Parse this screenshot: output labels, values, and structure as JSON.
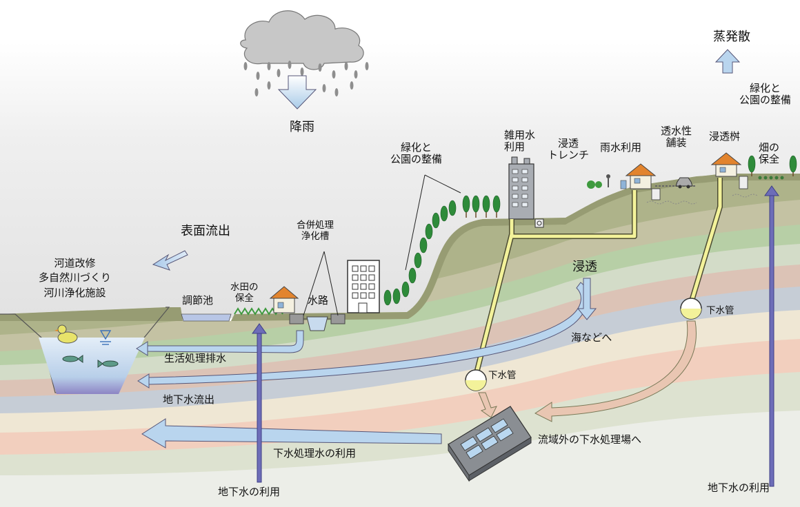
{
  "labels": {
    "rain": "降雨",
    "evapotranspiration": "蒸発散",
    "greening_left": [
      "緑化と",
      "公園の整備"
    ],
    "greening_right": [
      "緑化と",
      "公園の整備"
    ],
    "miscellaneous_water": [
      "雑用水",
      "利用"
    ],
    "infiltration_trench": [
      "浸透",
      "トレンチ"
    ],
    "rainwater_use": "雨水利用",
    "permeable_pavement": [
      "透水性",
      "舗装"
    ],
    "infiltration_basin": "浸透桝",
    "field_preservation": [
      "畑の",
      "保全"
    ],
    "surface_runoff": "表面流出",
    "river_works": [
      "河道改修",
      "多自然川づくり",
      "河川浄化施設"
    ],
    "retention_pond": "調節池",
    "paddy_preservation": [
      "水田の",
      "保全"
    ],
    "johkasou": [
      "合併処理",
      "浄化槽"
    ],
    "waterway": "水路",
    "infiltration": "浸透",
    "to_sea": "海などへ",
    "sewer_pipe_right": "下水管",
    "sewer_pipe_center": "下水管",
    "domestic_wastewater": "生活処理排水",
    "groundwater_outflow": "地下水流出",
    "treated_sewage_use": "下水処理水の利用",
    "to_outside_plant": "流域外の下水処理場へ",
    "groundwater_use_center": "地下水の利用",
    "groundwater_use_right": "地下水の利用"
  },
  "colors": {
    "sky": "#e6e6e6",
    "ground_surface": "#a8ad84",
    "strata": [
      "#c9c3a8",
      "#b9cfa4",
      "#cfd8c4",
      "#dcc0b0",
      "#bfc9d4",
      "#ece4cf",
      "#f0c7b4",
      "#d6dcc8"
    ],
    "river_water": "#c3d9ee",
    "arrow_blue": "#b9d5ee",
    "arrow_purple": "#6d6db8",
    "arrow_pink": "#e9c6b2",
    "sewer_yellow": "#f3f29a",
    "tree_green": "#2e8b3a"
  }
}
